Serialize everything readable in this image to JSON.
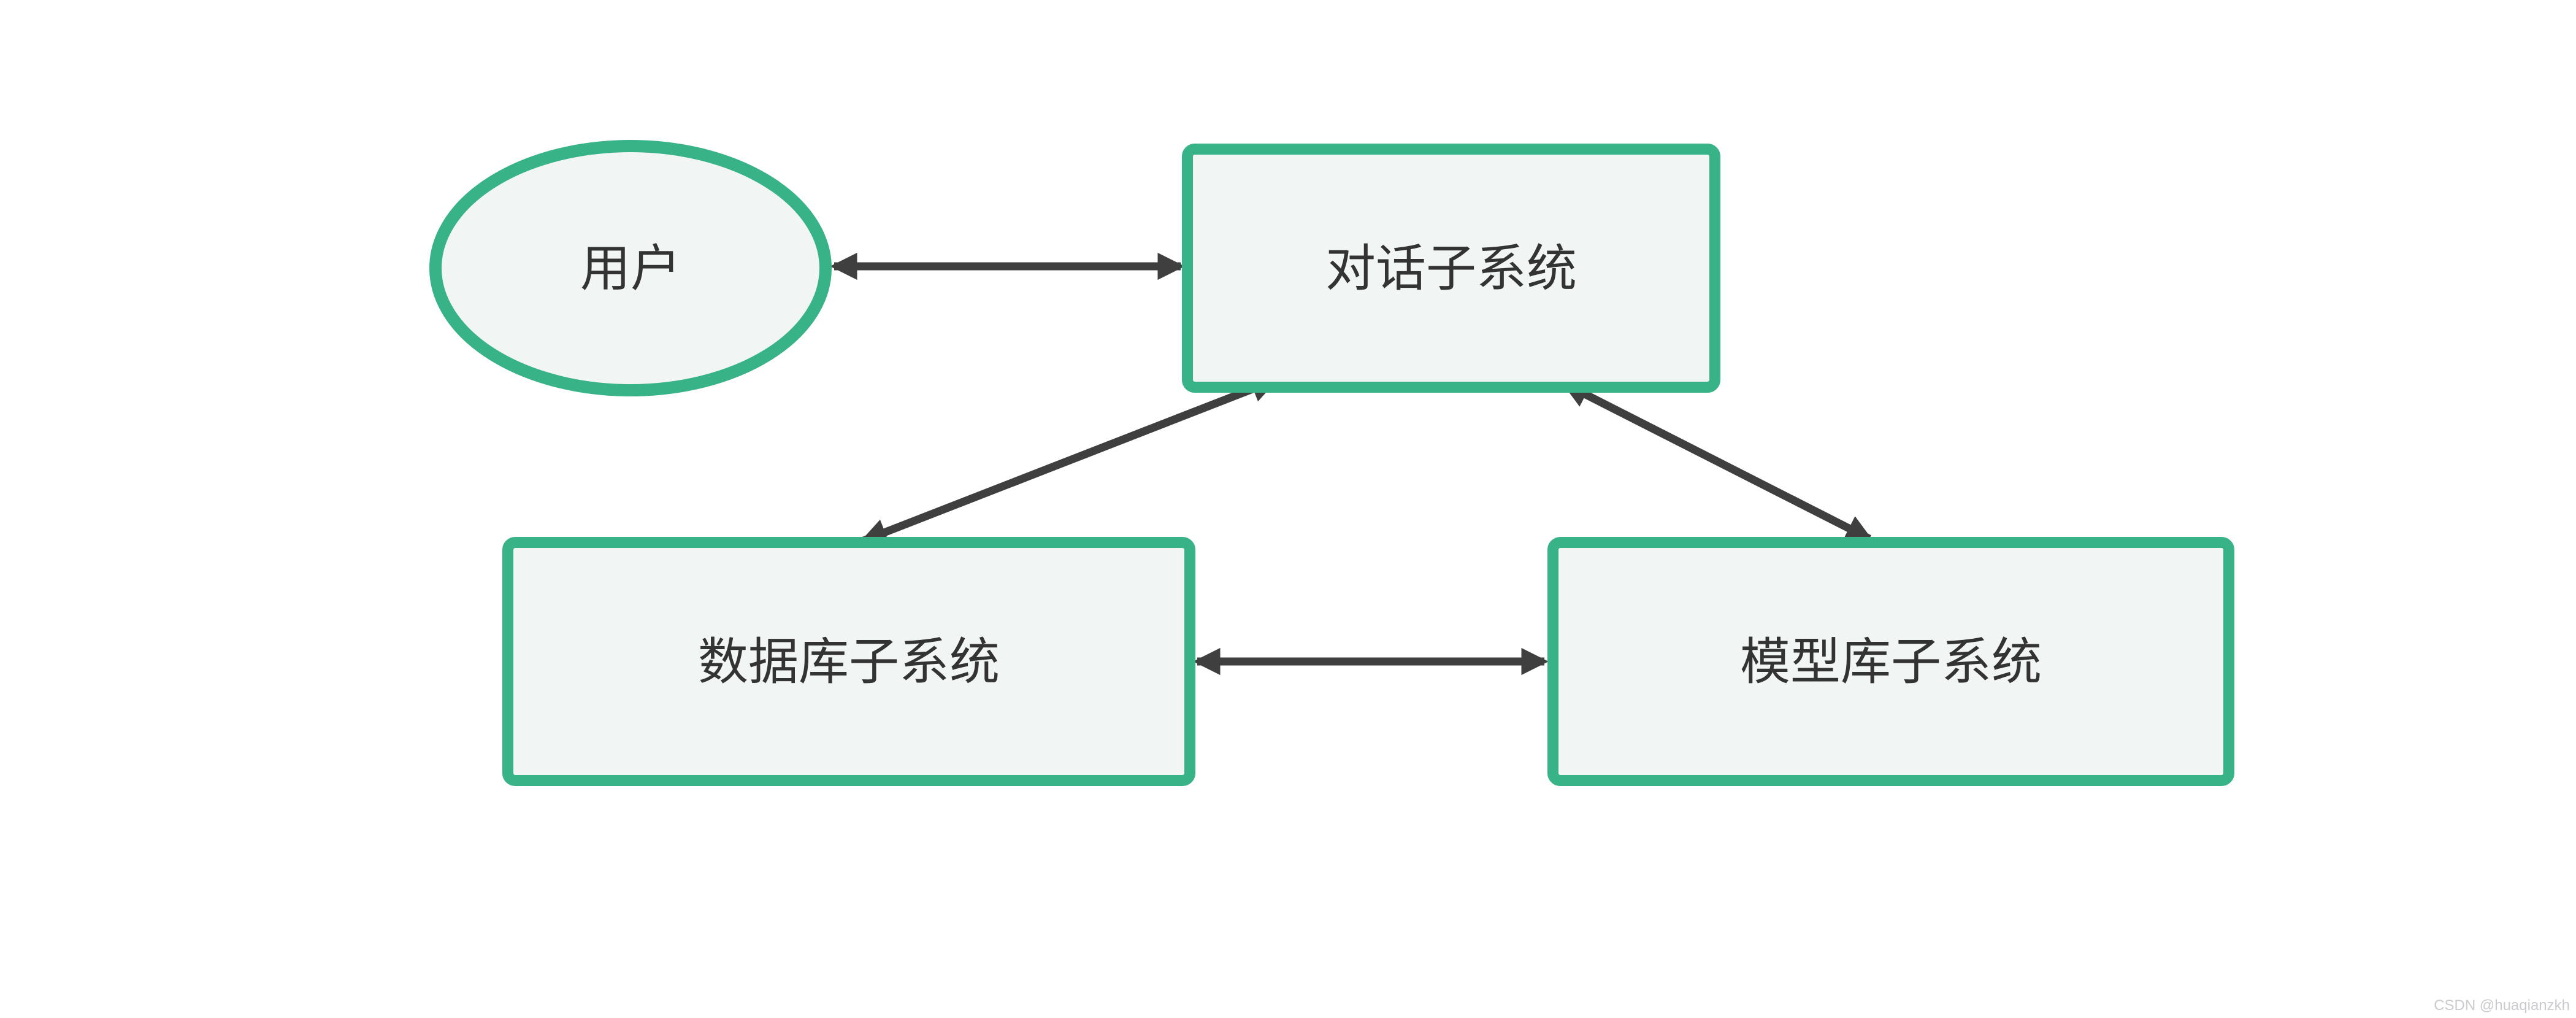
{
  "diagram": {
    "type": "flowchart",
    "background_color": "#ffffff",
    "colors": {
      "node_border": "#38b287",
      "node_fill": "#f1f5f3",
      "arrow": "#3f3f3f",
      "label_text": "#333333"
    },
    "nodes": [
      {
        "id": "user",
        "shape": "ellipse",
        "label": "用户"
      },
      {
        "id": "dialog-subsystem",
        "shape": "rectangle",
        "label": "对话子系统"
      },
      {
        "id": "database-subsystem",
        "shape": "rectangle",
        "label": "数据库子系统"
      },
      {
        "id": "model-subsystem",
        "shape": "rectangle",
        "label": "模型库子系统"
      }
    ],
    "edges": [
      {
        "from": "user",
        "to": "dialog-subsystem",
        "direction": "bidirectional"
      },
      {
        "from": "dialog-subsystem",
        "to": "database-subsystem",
        "direction": "bidirectional"
      },
      {
        "from": "dialog-subsystem",
        "to": "model-subsystem",
        "direction": "bidirectional"
      },
      {
        "from": "database-subsystem",
        "to": "model-subsystem",
        "direction": "bidirectional"
      }
    ]
  },
  "watermark": {
    "text": "CSDN @huaqianzkh",
    "color": "#c9cbce"
  }
}
